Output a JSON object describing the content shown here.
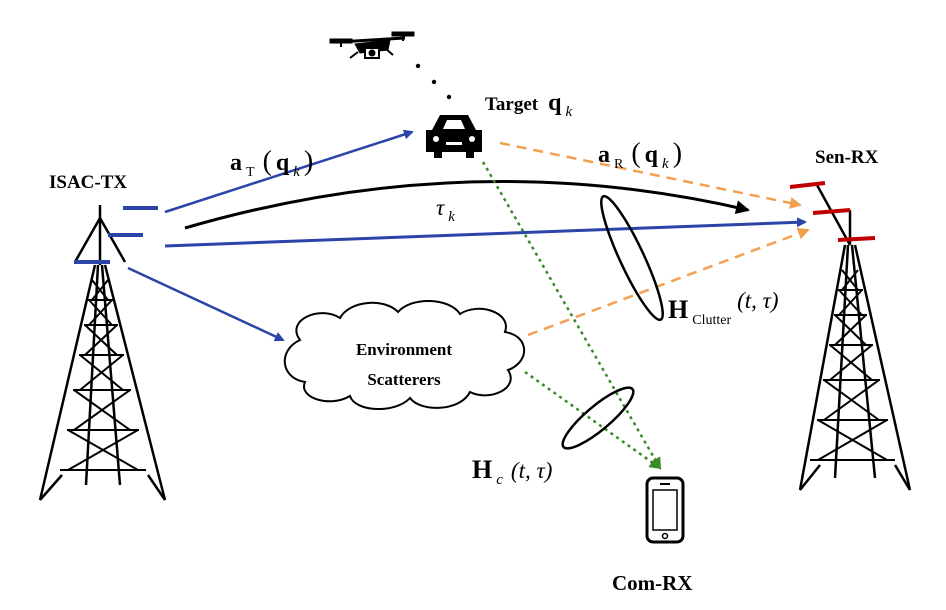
{
  "labels": {
    "isac_tx": "ISAC-TX",
    "sen_rx": "Sen-RX",
    "com_rx": "Com-RX",
    "target_word": "Target",
    "target_sym": "q",
    "target_sub": "k",
    "env_line1": "Environment",
    "env_line2": "Scatterers"
  },
  "math": {
    "aT_sym": "a",
    "aT_sub": "T",
    "aT_arg": "q",
    "aT_argsub": "k",
    "aR_sym": "a",
    "aR_sub": "R",
    "aR_arg": "q",
    "aR_argsub": "k",
    "tau_sym": "τ",
    "tau_sub": "k",
    "hclutter_sym": "H",
    "hclutter_sub": "Clutter",
    "hclutter_args": "(t, τ)",
    "hc_sym": "H",
    "hc_sub": "c",
    "hc_args": "(t, τ)"
  },
  "colors": {
    "direct_path": "#2b44a8",
    "echo_path": "#f2a050",
    "comm_path": "#3a8a2a",
    "rx_antenna": "#c00000",
    "tx_antenna": "#2b44a8"
  },
  "icons": {
    "drone": "drone-icon",
    "car": "car-icon",
    "phone": "smartphone-icon",
    "tower": "lattice-tower-icon",
    "cloud": "cloud-icon"
  }
}
